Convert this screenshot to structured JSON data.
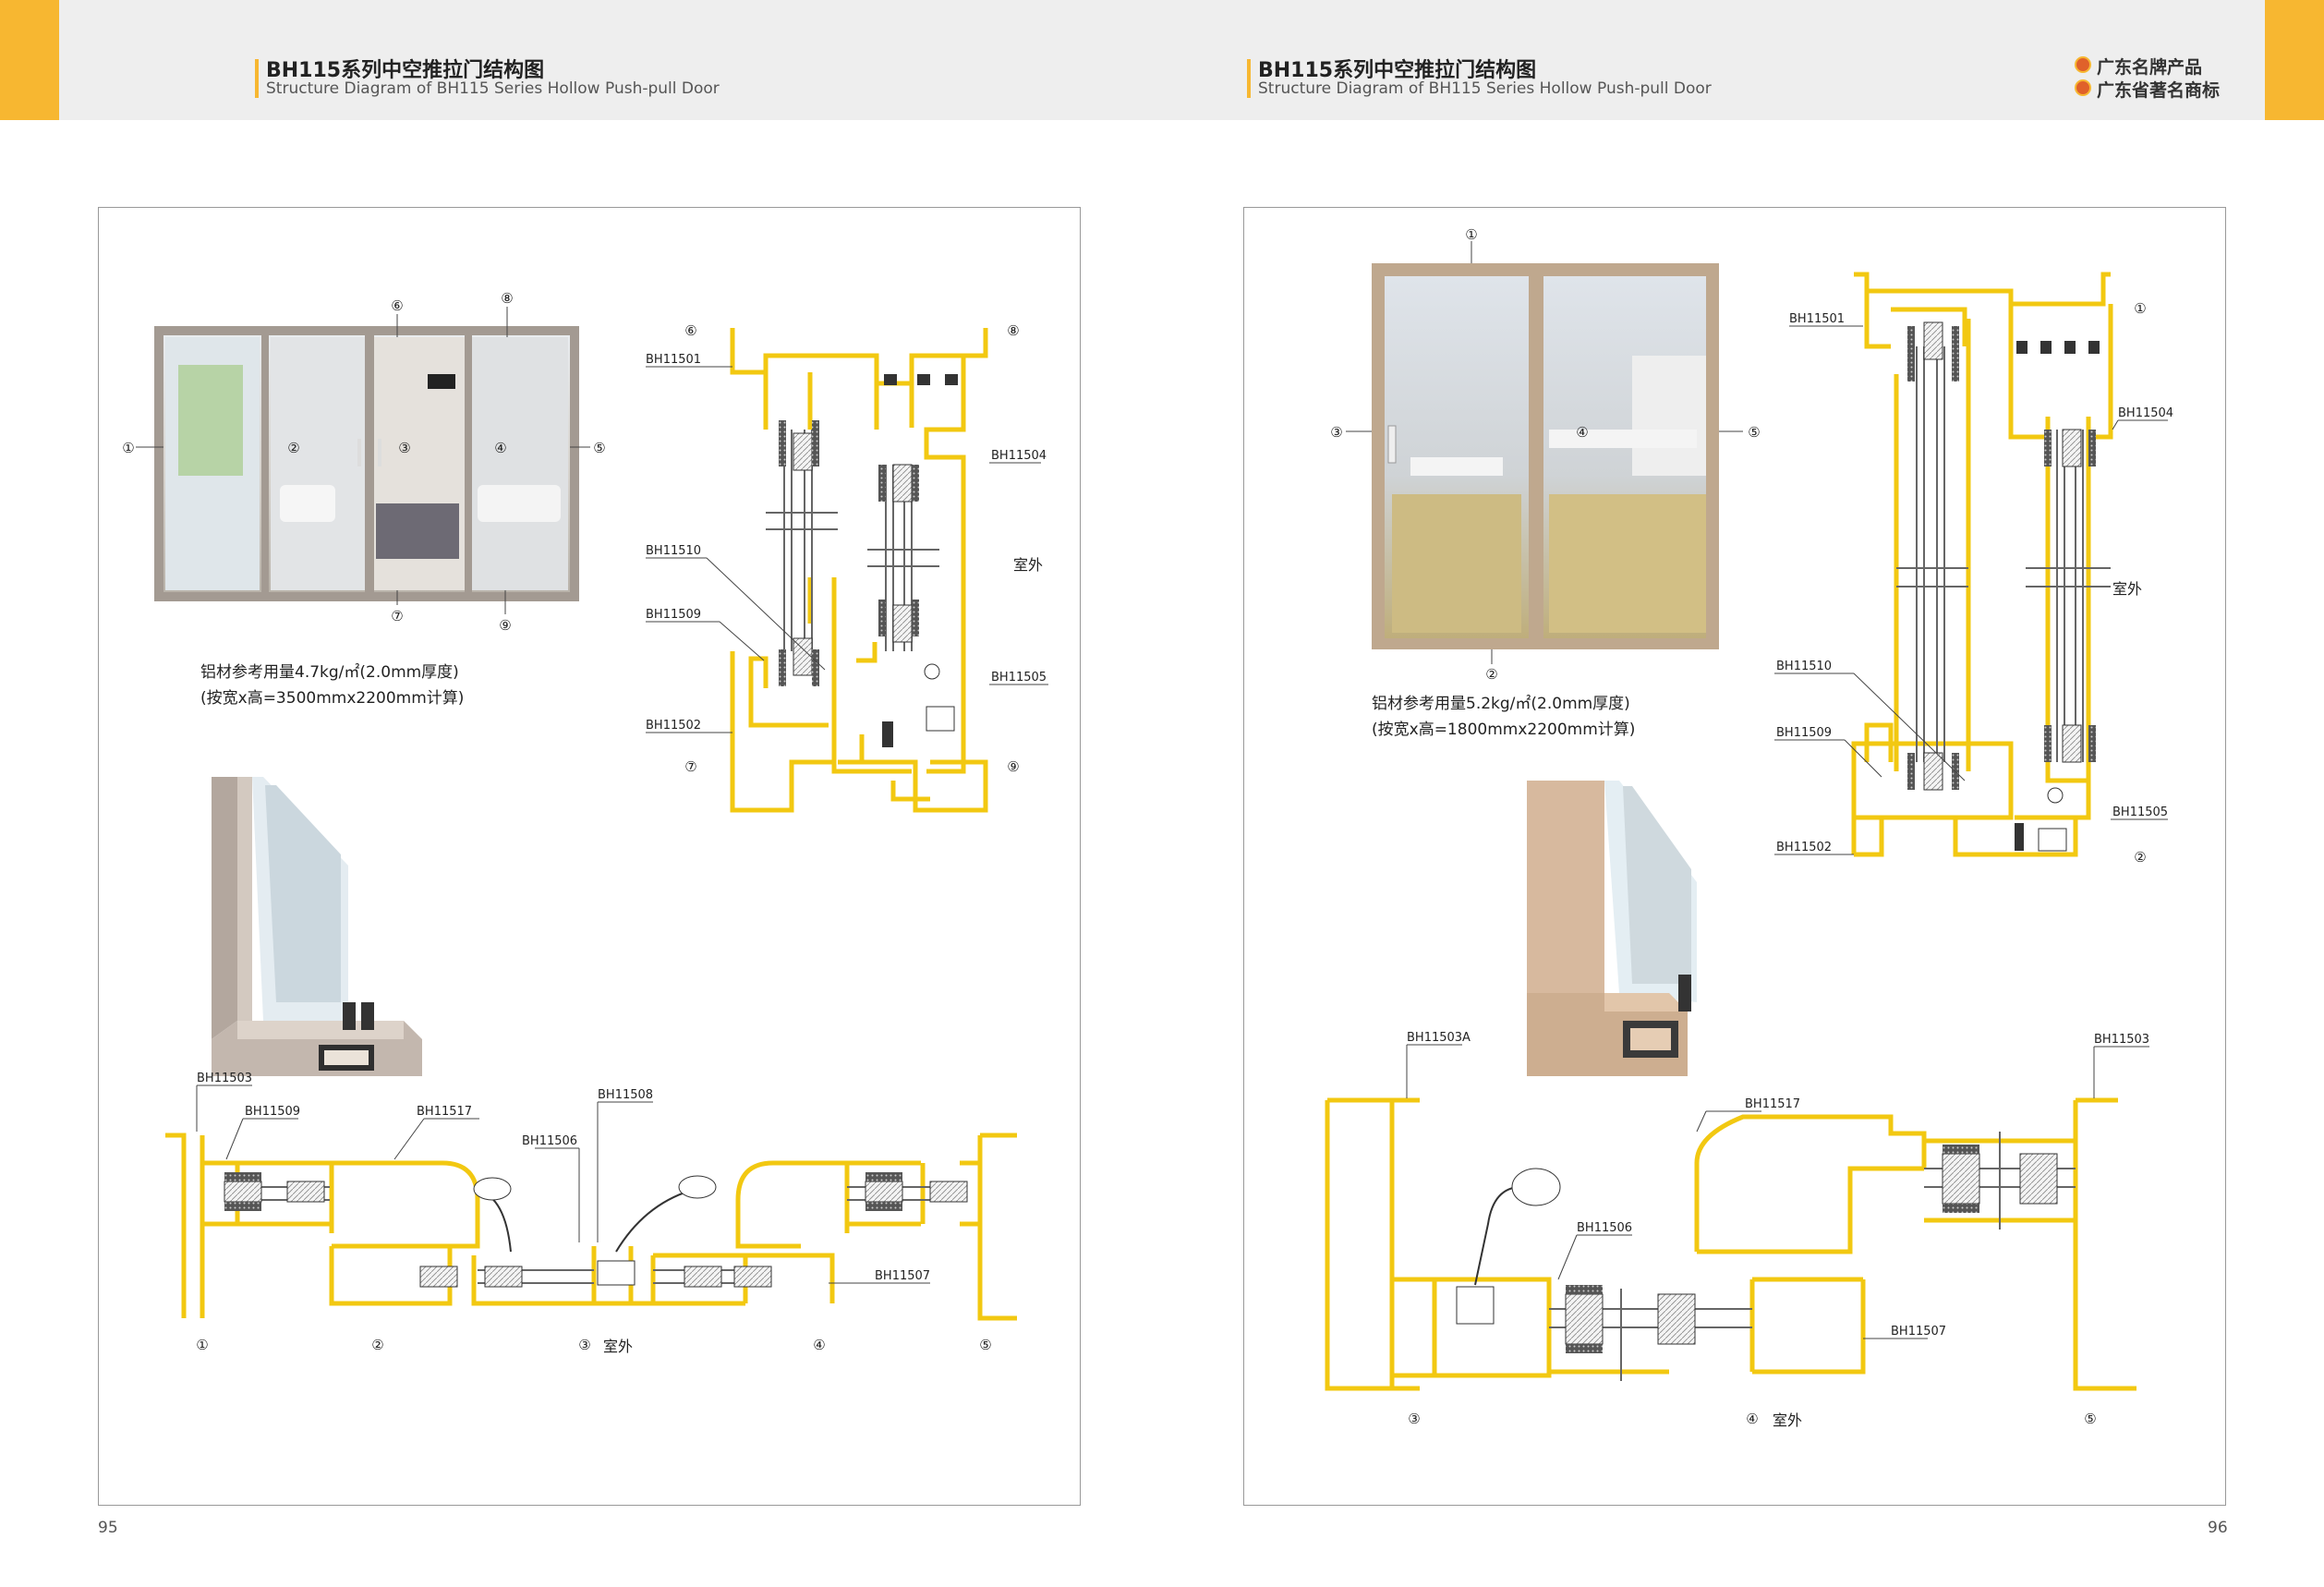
{
  "header": {
    "left_title_cn": "BH115系列中空推拉门结构图",
    "left_title_en": "Structure Diagram of BH115 Series Hollow Push-pull Door",
    "right_title_cn": "BH115系列中空推拉门结构图",
    "right_title_en": "Structure Diagram of BH115 Series Hollow Push-pull Door",
    "award_1": "广东名牌产品",
    "award_2": "广东省著名商标",
    "accent_color": "#f7b731",
    "profile_color": "#f2c811"
  },
  "left_page": {
    "page_number": "95",
    "door_markers": {
      "m1": "①",
      "m2": "②",
      "m3": "③",
      "m4": "④",
      "m5": "⑤",
      "m6": "⑥",
      "m7": "⑦",
      "m8": "⑧",
      "m9": "⑨"
    },
    "note_line1": "铝材参考用量4.7kg/㎡(2.0mm厚度)",
    "note_line2": "(按宽x高=3500mmx2200mm计算)",
    "vertical_section": {
      "labels": {
        "a": "BH11501",
        "b": "BH11504",
        "c": "BH11510",
        "d": "BH11509",
        "e": "BH11505",
        "f": "BH11502"
      },
      "outdoor": "室外",
      "markers": {
        "m6": "⑥",
        "m8": "⑧",
        "m7": "⑦",
        "m9": "⑨"
      }
    },
    "horizontal_section": {
      "labels": {
        "a": "BH11503",
        "b": "BH11509",
        "c": "BH11517",
        "d": "BH11508",
        "e": "BH11506",
        "f": "BH11507"
      },
      "markers": {
        "m1": "①",
        "m2": "②",
        "m3": "③",
        "m4": "④",
        "m5": "⑤"
      },
      "outdoor": "室外"
    }
  },
  "right_page": {
    "page_number": "96",
    "door_markers": {
      "m1": "①",
      "m2": "②",
      "m3": "③",
      "m4": "④",
      "m5": "⑤"
    },
    "note_line1": "铝材参考用量5.2kg/㎡(2.0mm厚度)",
    "note_line2": "(按宽x高=1800mmx2200mm计算)",
    "vertical_section": {
      "labels": {
        "a": "BH11501",
        "b": "BH11504",
        "c": "BH11510",
        "d": "BH11509",
        "e": "BH11505",
        "f": "BH11502"
      },
      "outdoor": "室外",
      "markers": {
        "m1": "①",
        "m2": "②"
      }
    },
    "horizontal_section": {
      "labels": {
        "a": "BH11503A",
        "b": "BH11503",
        "c": "BH11517",
        "d": "BH11506",
        "e": "BH11507"
      },
      "markers": {
        "m3": "③",
        "m4": "④",
        "m5": "⑤"
      },
      "outdoor": "室外"
    }
  }
}
